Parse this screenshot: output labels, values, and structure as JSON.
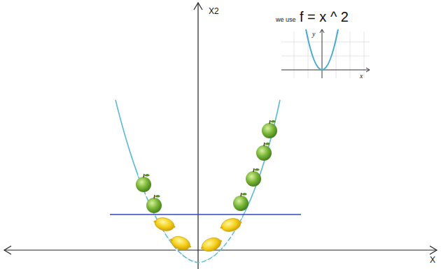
{
  "diagram": {
    "labels": [
      "X2",
      "we use",
      "f = x ^ 2",
      "y",
      "x",
      "X"
    ]
  }
}
